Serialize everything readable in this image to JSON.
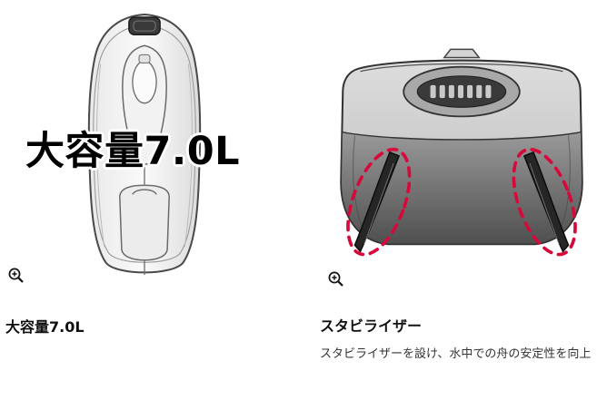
{
  "page": {
    "background": "#ffffff"
  },
  "features": [
    {
      "id": "capacity",
      "overlay_text": "大容量7.0L",
      "title": "大容量7.0L",
      "image_alt": "bait-boat-top-view",
      "zoom_icon": "magnifier-plus"
    },
    {
      "id": "stabilizer",
      "title": "スタビライザー",
      "description": "スタビライザーを設け、水中での舟の安定性を向上",
      "image_alt": "bait-boat-rear-view-with-stabilizer-fins",
      "zoom_icon": "magnifier-plus"
    }
  ],
  "colors": {
    "highlight_dashed": "#d6093a",
    "overlay_text": "#000000",
    "hull_outline": "#4a4a4a"
  }
}
